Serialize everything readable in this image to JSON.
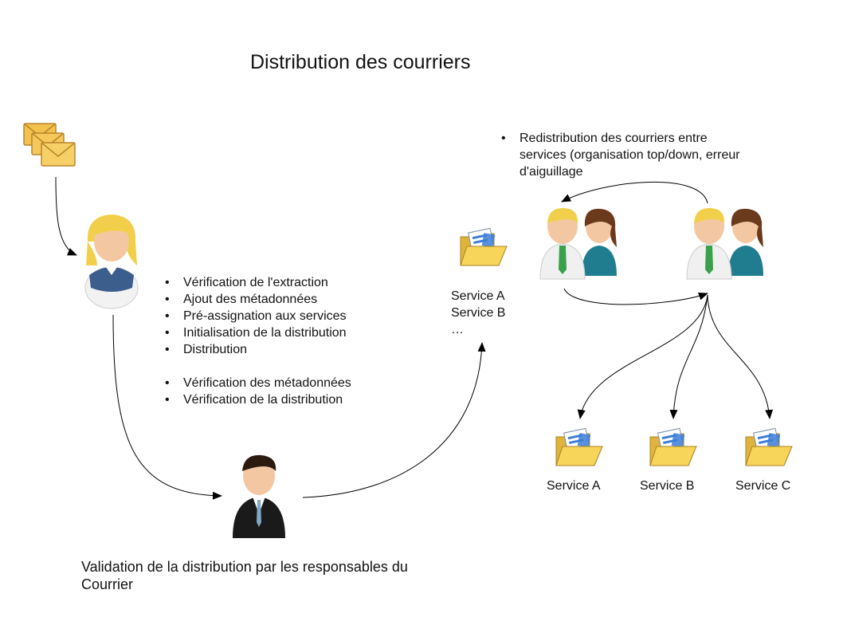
{
  "title": "Distribution des courriers",
  "main_tasks": [
    "Vérification de l'extraction",
    "Ajout des métadonnées",
    "Pré-assignation aux services",
    "Initialisation de la distribution",
    "Distribution"
  ],
  "check_tasks": [
    "Vérification des métadonnées",
    "Vérification de la distribution"
  ],
  "redistribution": {
    "line1": "Redistribution des courriers entre",
    "line2": "services (organisation top/down, erreur",
    "line3": "d'aiguillage"
  },
  "service_list": [
    "Service A",
    "Service B",
    "…"
  ],
  "services": [
    "Service A",
    "Service B",
    "Service C"
  ],
  "validation": {
    "line1": "Validation de la distribution par les responsables du",
    "line2": "Courrier"
  },
  "colors": {
    "envelope": "#f2c14e",
    "folder": "#f7d45a",
    "document": "#3b7dd8",
    "skin": "#f4c7a3",
    "hair_blond": "#f2cf4a",
    "hair_brown": "#6b3a1d",
    "suit": "#1a1a1a",
    "tie_green": "#3aa04a",
    "teal": "#1f7d8f",
    "vest_blue": "#3b5e8c"
  }
}
